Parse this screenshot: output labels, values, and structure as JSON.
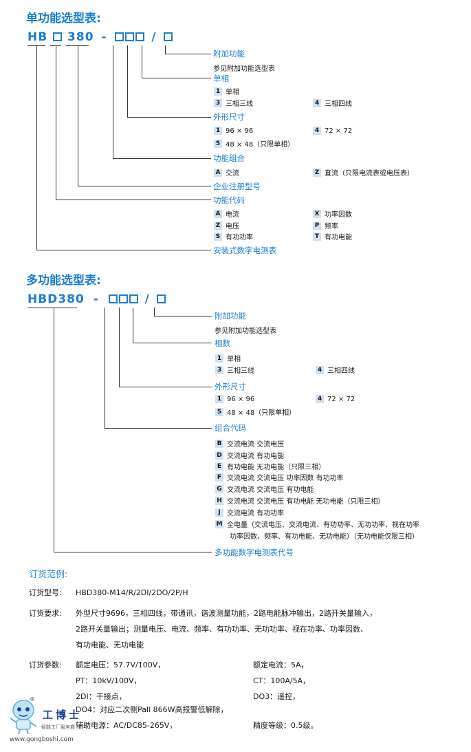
{
  "single": {
    "title": "单功能选型表:",
    "code_prefix": "HB",
    "code_mid": "380",
    "code_sep": "-",
    "code_slash": "/",
    "addon_label": "附加功能",
    "addon_note": "参见附加功能选型表",
    "phase_label": "单相",
    "phase_opts": [
      [
        "1",
        "单相"
      ],
      [
        "3",
        "三相三线"
      ],
      [
        "4",
        "三相四线"
      ]
    ],
    "size_label": "外形尺寸",
    "size_opts": [
      [
        "1",
        "96 × 96"
      ],
      [
        "5",
        "48 × 48（只限单相）"
      ],
      [
        "4",
        "72 × 72"
      ]
    ],
    "combo_label": "功能组合",
    "combo_opts": [
      [
        "A",
        "交流"
      ],
      [
        "Z",
        "直流（只限电流表或电压表）"
      ]
    ],
    "reg_label": "企业注册型号",
    "func_label": "功能代码",
    "func_opts": [
      [
        "A",
        "电流"
      ],
      [
        "Z",
        "电压"
      ],
      [
        "S",
        "有功功率"
      ],
      [
        "X",
        "功率因数"
      ],
      [
        "P",
        "频率"
      ],
      [
        "T",
        "有功电能"
      ]
    ],
    "meter_label": "安装式数字电测表"
  },
  "multi": {
    "title": "多功能选型表:",
    "code_prefix": "HBD380",
    "code_sep": "-",
    "code_slash": "/",
    "addon_label": "附加功能",
    "addon_note": "参见附加功能选型表",
    "phase_label": "相数",
    "phase_opts": [
      [
        "1",
        "单相"
      ],
      [
        "3",
        "三相三线"
      ],
      [
        "4",
        "三相四线"
      ]
    ],
    "size_label": "外形尺寸",
    "size_opts": [
      [
        "1",
        "96 × 96"
      ],
      [
        "5",
        "48 × 48（只限单相）"
      ],
      [
        "4",
        "72 × 72"
      ]
    ],
    "combo_label": "组合代码",
    "combo_opts": [
      [
        "B",
        "交流电流  交流电压"
      ],
      [
        "D",
        "交流电流  有功电能"
      ],
      [
        "E",
        "有功电能  无功电能（只限三相）"
      ],
      [
        "F",
        "交流电流  交流电压  功率因数  有功功率"
      ],
      [
        "G",
        "交流电流  交流电压  有功电能"
      ],
      [
        "H",
        "交流电流  交流电压  有功电能  无功电能（只限三相）"
      ],
      [
        "J",
        "交流电流  有功功率"
      ],
      [
        "M",
        "全电量（交流电压、交流电流、有功功率、无功功率、视在功率"
      ]
    ],
    "combo_m_cont": "功率因数、频率、有功电能、无功电能）（无功电能仅限三相）",
    "meter_label": "多功能数字电测表代号"
  },
  "order": {
    "title": "订货范例:",
    "model_key": "订货型号:",
    "model_val": "HBD380-M14/R/2DI/2DO/2P/H",
    "req_key": "订货要求:",
    "req_lines": [
      "外型尺寸9696，三相四线，带通讯，谐波测量功能，2路电能脉冲输出，2路开关量输入，",
      "2路开关量输出；测量电压、电流、频率、有功功率、无功功率、视在功率、功率因数、",
      "有功电能、无功电能"
    ],
    "param_key": "订货参数:",
    "params_left": [
      "额定电压：57.7V/100V，",
      "PT：10kV/100V，",
      "2DI：干接点，",
      "DO4：对应二次侧Pall 866W高报警低解除，",
      "辅助电源：AC/DC85-265V，"
    ],
    "params_right": [
      "额定电流：5A，",
      "CT：100A/5A，",
      "DO3：遥控，",
      "",
      "精度等级：0.5级。"
    ]
  },
  "watermark": {
    "name": "工博士",
    "tag": "智能工厂服务商",
    "url": "www.gongboshi.com",
    "trademark": "®"
  }
}
